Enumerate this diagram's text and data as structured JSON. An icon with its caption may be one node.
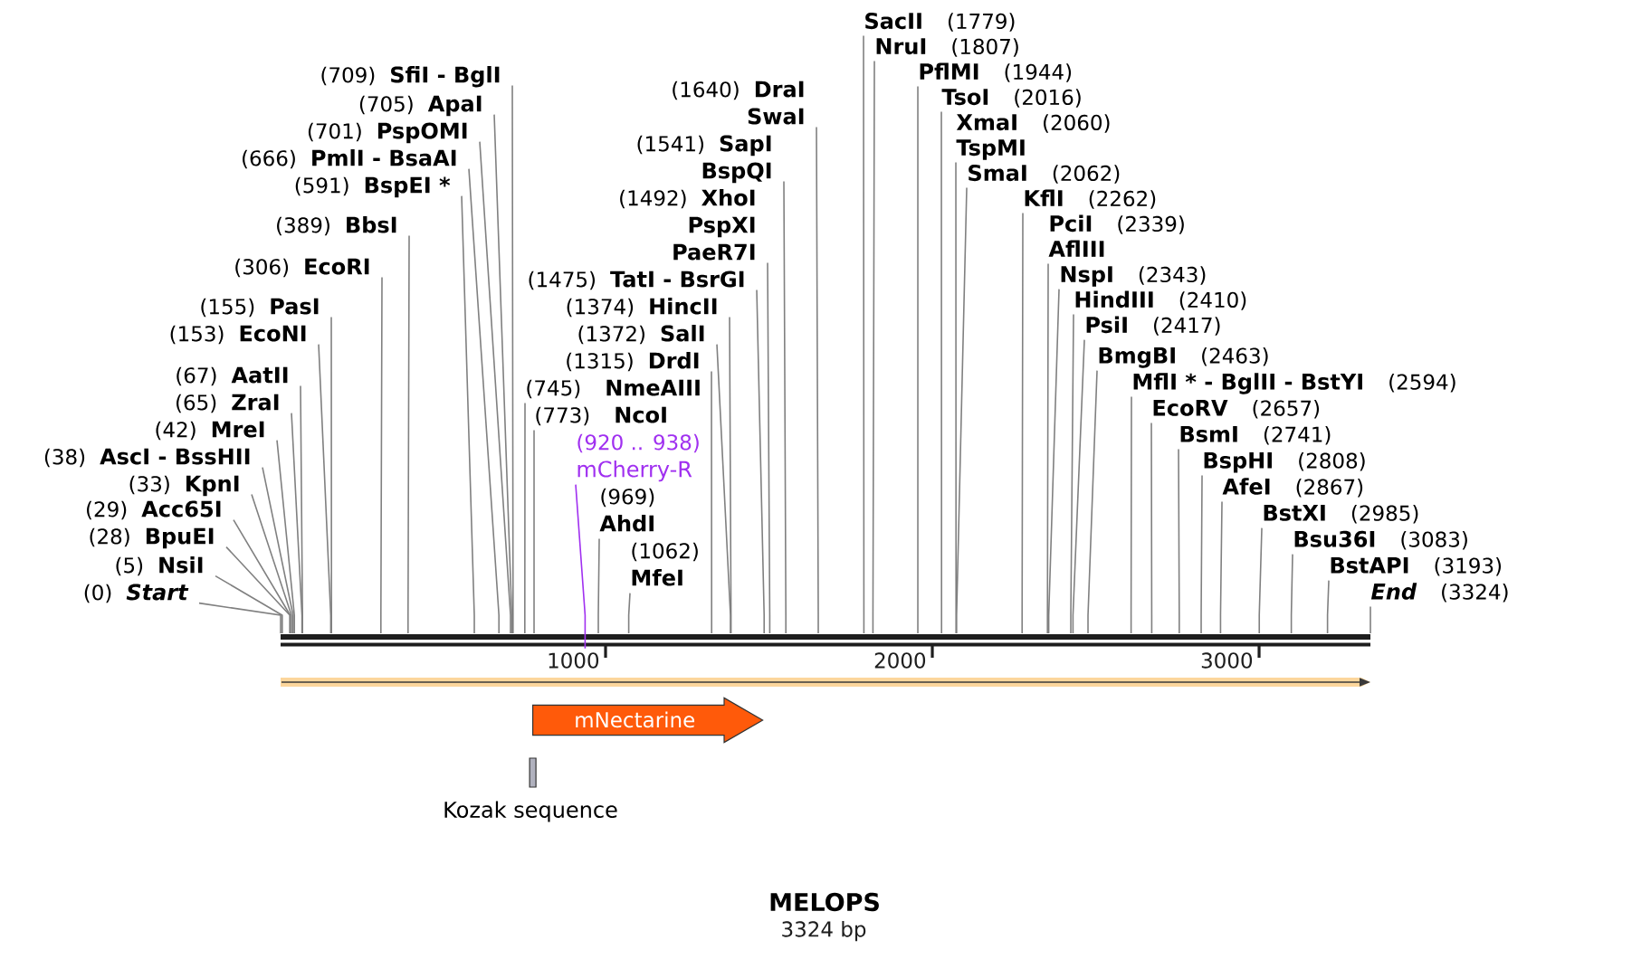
{
  "diagram": {
    "title": "MELOPS",
    "caption": "3324 bp",
    "nodes": [
      {
        "text": [
          "(0)",
          "Start"
        ]
      },
      {
        "text": [
          "(5)",
          "NsiI"
        ]
      },
      {
        "text": [
          "(28)",
          "BpuEI"
        ]
      },
      {
        "text": [
          "(29)",
          "Acc65I"
        ]
      },
      {
        "text": [
          "(33)",
          "KpnI"
        ]
      },
      {
        "text": [
          "(38)",
          "AscI - BssHII"
        ]
      },
      {
        "text": [
          "(42)",
          "MreI"
        ]
      },
      {
        "text": [
          "(65)",
          "ZraI"
        ]
      },
      {
        "text": [
          "(67)",
          "AatII"
        ]
      },
      {
        "text": [
          "(153)",
          "EcoNI"
        ]
      },
      {
        "text": [
          "(155)",
          "PasI"
        ]
      },
      {
        "text": [
          "(306)",
          "EcoRI"
        ]
      },
      {
        "text": [
          "(389)",
          "BbsI"
        ]
      },
      {
        "text": [
          "(591)",
          "BspEI *"
        ]
      },
      {
        "text": [
          "(666)",
          "PmlI - BsaAI"
        ]
      },
      {
        "text": [
          "(701)",
          "PspOMI"
        ]
      },
      {
        "text": [
          "(705)",
          "ApaI"
        ]
      },
      {
        "text": [
          "(709)",
          "SfiI - BglI"
        ]
      },
      {
        "text": [
          "(745)",
          "NmeAIII"
        ]
      },
      {
        "text": [
          "(773)",
          "NcoI"
        ]
      },
      {
        "text": [
          "(920 .. 938)",
          "mCherry-R"
        ]
      },
      {
        "text": [
          "(969)",
          "AhdI"
        ]
      },
      {
        "text": [
          "(1062)",
          "MfeI"
        ]
      },
      {
        "text": [
          "(1315)",
          "DrdI"
        ]
      },
      {
        "text": [
          "(1372)",
          "SalI"
        ]
      },
      {
        "text": [
          "(1374)",
          "HincII"
        ]
      },
      {
        "text": [
          "(1475)",
          "TatI - BsrGI"
        ]
      },
      {
        "text": [
          "(1492)",
          "XhoI",
          "PspXI",
          "PaeR7I"
        ]
      },
      {
        "text": [
          "(1541)",
          "SapI",
          "BspQI"
        ]
      },
      {
        "text": [
          "(1640)",
          "DraI",
          "SwaI"
        ]
      },
      {
        "text": [
          "SacII",
          "(1779)"
        ]
      },
      {
        "text": [
          "NruI",
          "(1807)"
        ]
      },
      {
        "text": [
          "PflMI",
          "(1944)"
        ]
      },
      {
        "text": [
          "TsoI",
          "(2016)"
        ]
      },
      {
        "text": [
          "XmaI",
          "(2060)",
          "TspMI"
        ]
      },
      {
        "text": [
          "SmaI",
          "(2062)"
        ]
      },
      {
        "text": [
          "KflI",
          "(2262)"
        ]
      },
      {
        "text": [
          "PciI",
          "(2339)",
          "AflIII"
        ]
      },
      {
        "text": [
          "NspI",
          "(2343)"
        ]
      },
      {
        "text": [
          "HindIII",
          "(2410)"
        ]
      },
      {
        "text": [
          "PsiI",
          "(2417)"
        ]
      },
      {
        "text": [
          "BmgBI",
          "(2463)"
        ]
      },
      {
        "text": [
          "MflI * - BglII - BstYI",
          "(2594)"
        ]
      },
      {
        "text": [
          "EcoRV",
          "(2657)"
        ]
      },
      {
        "text": [
          "BsmI",
          "(2741)"
        ]
      },
      {
        "text": [
          "BspHI",
          "(2808)"
        ]
      },
      {
        "text": [
          "AfeI",
          "(2867)"
        ]
      },
      {
        "text": [
          "BstXI",
          "(2985)"
        ]
      },
      {
        "text": [
          "Bsu36I",
          "(3083)"
        ]
      },
      {
        "text": [
          "BstAPI",
          "(3193)"
        ]
      },
      {
        "text": [
          "End",
          "(3324)"
        ]
      },
      {
        "text": [],
        "shape": "bar"
      },
      {
        "text": [],
        "shape": "arrow"
      },
      {
        "text": [
          "mNectarine"
        ]
      },
      {
        "text": [
          "Kozak sequence"
        ]
      }
    ],
    "edges": [
      {
        "from": 0,
        "to": 51,
        "arrow": "none"
      },
      {
        "from": 1,
        "to": 51,
        "arrow": "none"
      },
      {
        "from": 2,
        "to": 51,
        "arrow": "none"
      },
      {
        "from": 3,
        "to": 51,
        "arrow": "none"
      },
      {
        "from": 4,
        "to": 51,
        "arrow": "none"
      },
      {
        "from": 5,
        "to": 51,
        "arrow": "none"
      },
      {
        "from": 6,
        "to": 51,
        "arrow": "none"
      },
      {
        "from": 7,
        "to": 51,
        "arrow": "none"
      },
      {
        "from": 8,
        "to": 51,
        "arrow": "none"
      },
      {
        "from": 9,
        "to": 51,
        "arrow": "none"
      },
      {
        "from": 10,
        "to": 51,
        "arrow": "none"
      },
      {
        "from": 11,
        "to": 51,
        "arrow": "none"
      },
      {
        "from": 12,
        "to": 51,
        "arrow": "none"
      },
      {
        "from": 13,
        "to": 51,
        "arrow": "none"
      },
      {
        "from": 14,
        "to": 51,
        "arrow": "none"
      },
      {
        "from": 15,
        "to": 51,
        "arrow": "none"
      },
      {
        "from": 16,
        "to": 51,
        "arrow": "none"
      },
      {
        "from": 17,
        "to": 51,
        "arrow": "none"
      },
      {
        "from": 18,
        "to": 51,
        "arrow": "none"
      },
      {
        "from": 19,
        "to": 51,
        "arrow": "none"
      },
      {
        "from": 20,
        "to": 51,
        "arrow": "none",
        "color": "#a030f0"
      },
      {
        "from": 21,
        "to": 51,
        "arrow": "none"
      },
      {
        "from": 22,
        "to": 51,
        "arrow": "none"
      },
      {
        "from": 23,
        "to": 51,
        "arrow": "none"
      },
      {
        "from": 24,
        "to": 51,
        "arrow": "none"
      },
      {
        "from": 25,
        "to": 51,
        "arrow": "none"
      },
      {
        "from": 26,
        "to": 51,
        "arrow": "none"
      },
      {
        "from": 27,
        "to": 51,
        "arrow": "none"
      },
      {
        "from": 28,
        "to": 51,
        "arrow": "none"
      },
      {
        "from": 29,
        "to": 51,
        "arrow": "none"
      },
      {
        "from": 30,
        "to": 51,
        "arrow": "none"
      },
      {
        "from": 31,
        "to": 51,
        "arrow": "none"
      },
      {
        "from": 32,
        "to": 51,
        "arrow": "none"
      },
      {
        "from": 33,
        "to": 51,
        "arrow": "none"
      },
      {
        "from": 34,
        "to": 51,
        "arrow": "none"
      },
      {
        "from": 35,
        "to": 51,
        "arrow": "none"
      },
      {
        "from": 36,
        "to": 51,
        "arrow": "none"
      },
      {
        "from": 37,
        "to": 51,
        "arrow": "none"
      },
      {
        "from": 38,
        "to": 51,
        "arrow": "none"
      },
      {
        "from": 39,
        "to": 51,
        "arrow": "none"
      },
      {
        "from": 40,
        "to": 51,
        "arrow": "none"
      },
      {
        "from": 41,
        "to": 51,
        "arrow": "none"
      },
      {
        "from": 42,
        "to": 51,
        "arrow": "none"
      },
      {
        "from": 43,
        "to": 51,
        "arrow": "none"
      },
      {
        "from": 44,
        "to": 51,
        "arrow": "none"
      },
      {
        "from": 45,
        "to": 51,
        "arrow": "none"
      },
      {
        "from": 46,
        "to": 51,
        "arrow": "none"
      },
      {
        "from": 47,
        "to": 51,
        "arrow": "none"
      },
      {
        "from": 48,
        "to": 51,
        "arrow": "none"
      },
      {
        "from": 49,
        "to": 51,
        "arrow": "none"
      },
      {
        "from": 50,
        "to": 51,
        "arrow": "none"
      }
    ],
    "labels": [
      "1000",
      "2000",
      "3000"
    ]
  }
}
